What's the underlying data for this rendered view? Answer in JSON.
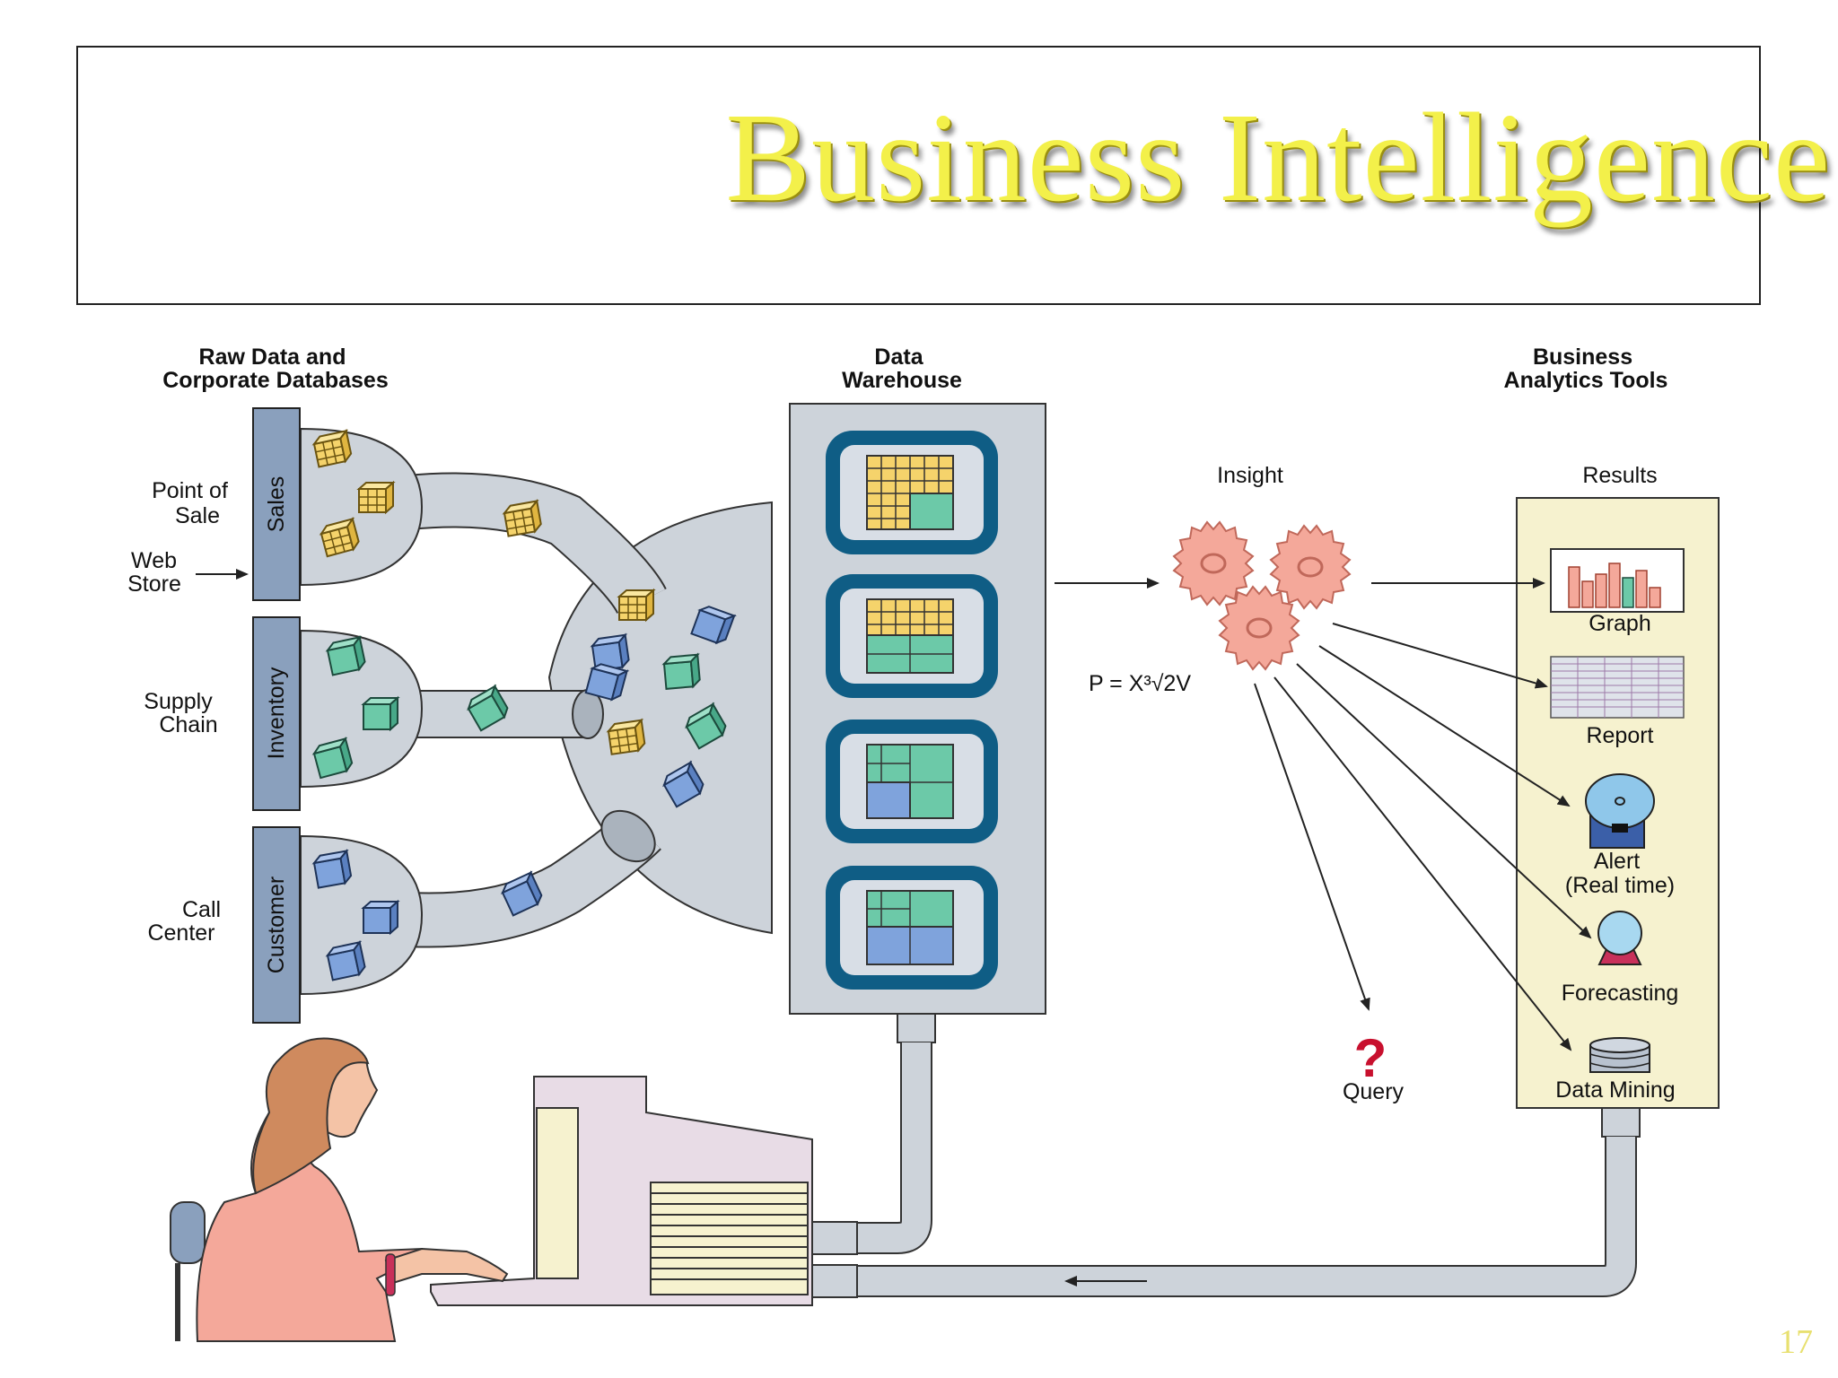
{
  "slide": {
    "title": "Business Intelligence",
    "page_number": "17"
  },
  "sources": {
    "heading": [
      "Raw Data and",
      "Corporate Databases"
    ],
    "tabs": [
      "Sales",
      "Inventory",
      "Customer"
    ],
    "channels": {
      "point_of_sale": [
        "Point of",
        "Sale"
      ],
      "web_store": [
        "Web",
        "Store"
      ],
      "supply_chain": [
        "Supply",
        "Chain"
      ],
      "call_center": [
        "Call",
        "Center"
      ]
    }
  },
  "warehouse": {
    "heading": [
      "Data",
      "Warehouse"
    ]
  },
  "insight": {
    "label": "Insight",
    "formula": "P = X³√2V"
  },
  "tools": {
    "heading": [
      "Business",
      "Analytics Tools"
    ],
    "results_label": "Results",
    "items": {
      "graph": "Graph",
      "report": "Report",
      "alert": [
        "Alert",
        "(Real time)"
      ],
      "forecasting": "Forecasting",
      "data_mining": "Data Mining"
    }
  },
  "query": {
    "symbol": "?",
    "label": "Query"
  },
  "colors": {
    "title_yellow": "#f3f04a",
    "pipe_gray": "#cdd3da",
    "warehouse_blue": "#0f5d85",
    "cube_yellow": "#f5d36b",
    "cube_green": "#6cc9a8",
    "cube_blue": "#7fa3dc",
    "gear_pink": "#f4a89a",
    "results_panel": "#f6f2cf",
    "query_red": "#c8102e"
  }
}
